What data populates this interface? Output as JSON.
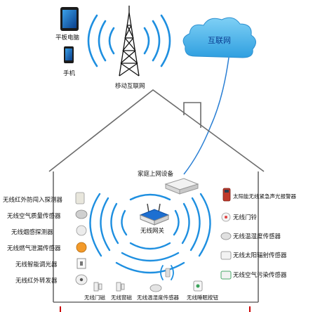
{
  "top": {
    "tablet_label": "平板电脑",
    "phone_label": "手机",
    "tower_label": "移动互联网",
    "cloud_label": "互联网"
  },
  "house": {
    "home_device_label": "家庭上网设备",
    "gateway_label": "无线网关"
  },
  "left_devices": [
    {
      "label": "无线红外防闯入探测器",
      "icon": "infrared-detector-icon"
    },
    {
      "label": "无线空气质量传感器",
      "icon": "air-quality-sensor-icon"
    },
    {
      "label": "无线烟感探测器",
      "icon": "smoke-detector-icon"
    },
    {
      "label": "无线燃气泄漏传感器",
      "icon": "gas-leak-sensor-icon"
    },
    {
      "label": "无线智能调光器",
      "icon": "dimmer-icon"
    },
    {
      "label": "无线红外转发器",
      "icon": "ir-repeater-icon"
    }
  ],
  "right_devices": [
    {
      "label": "太阳能无线紧急声光报警器",
      "icon": "solar-alarm-icon"
    },
    {
      "label": "无线门铃",
      "icon": "doorbell-icon"
    },
    {
      "label": "无线温湿度传感器",
      "icon": "temp-humidity-sensor-icon"
    },
    {
      "label": "无线太阳辐射传感器",
      "icon": "solar-radiation-sensor-icon"
    },
    {
      "label": "无线空气污染传感器",
      "icon": "air-pollution-sensor-icon"
    }
  ],
  "bottom_devices": [
    {
      "label": "无线门磁",
      "icon": "door-magnet-icon"
    },
    {
      "label": "无线窗磁",
      "icon": "window-magnet-icon"
    },
    {
      "label": "无线温湿度传感器",
      "icon": "temp-humidity-sensor-icon"
    },
    {
      "label": "无线睡眠按钮",
      "icon": "sleep-button-icon"
    }
  ],
  "colors": {
    "wave": "#1e8fe0",
    "cloud": "#49b3e8",
    "house_outline": "#6b6b6b",
    "link_line": "#2a7fd4",
    "floor_accent": "#cc0000"
  }
}
